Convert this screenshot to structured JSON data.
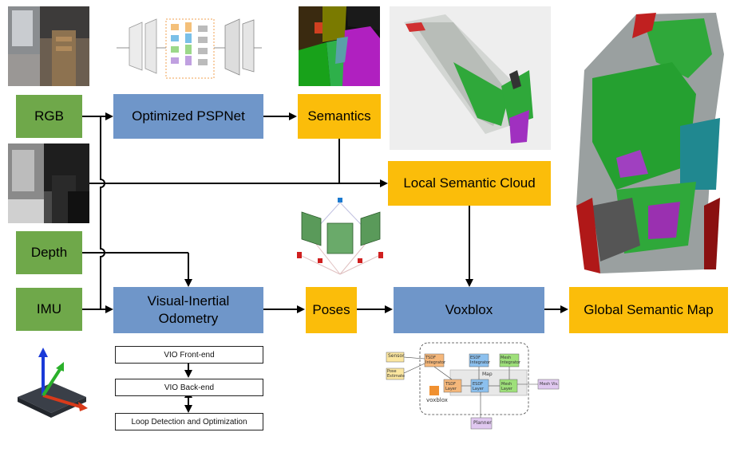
{
  "inputs": {
    "rgb": "RGB",
    "depth": "Depth",
    "imu": "IMU"
  },
  "modules": {
    "pspnet": "Optimized PSPNet",
    "semantics": "Semantics",
    "local_cloud": "Local Semantic Cloud",
    "vio": "Visual-Inertial Odometry",
    "poses": "Poses",
    "voxblox": "Voxblox",
    "global_map": "Global Semantic Map"
  },
  "vio_steps": {
    "front_end": "VIO Front-end",
    "back_end": "VIO Back-end",
    "loop": "Loop Detection and Optimization"
  },
  "voxblox_figure": {
    "sensor": "Sensor",
    "pose_estimate": "Pose Estimate",
    "tsdf_integrator": "TSDF Integrator",
    "esdf_integrator": "ESDF Integrator",
    "mesh_integrator": "Mesh Integrator",
    "map": "Map",
    "tsdf_layer": "TSDF Layer",
    "esdf_layer": "ESDF Layer",
    "mesh_layer": "Mesh Layer",
    "mesh_vis": "Mesh Vis.",
    "planner": "Planner",
    "logo": "voxblox"
  },
  "colors": {
    "green": "#6fa84a",
    "blue": "#6f96c9",
    "orange": "#fbbd0a"
  }
}
